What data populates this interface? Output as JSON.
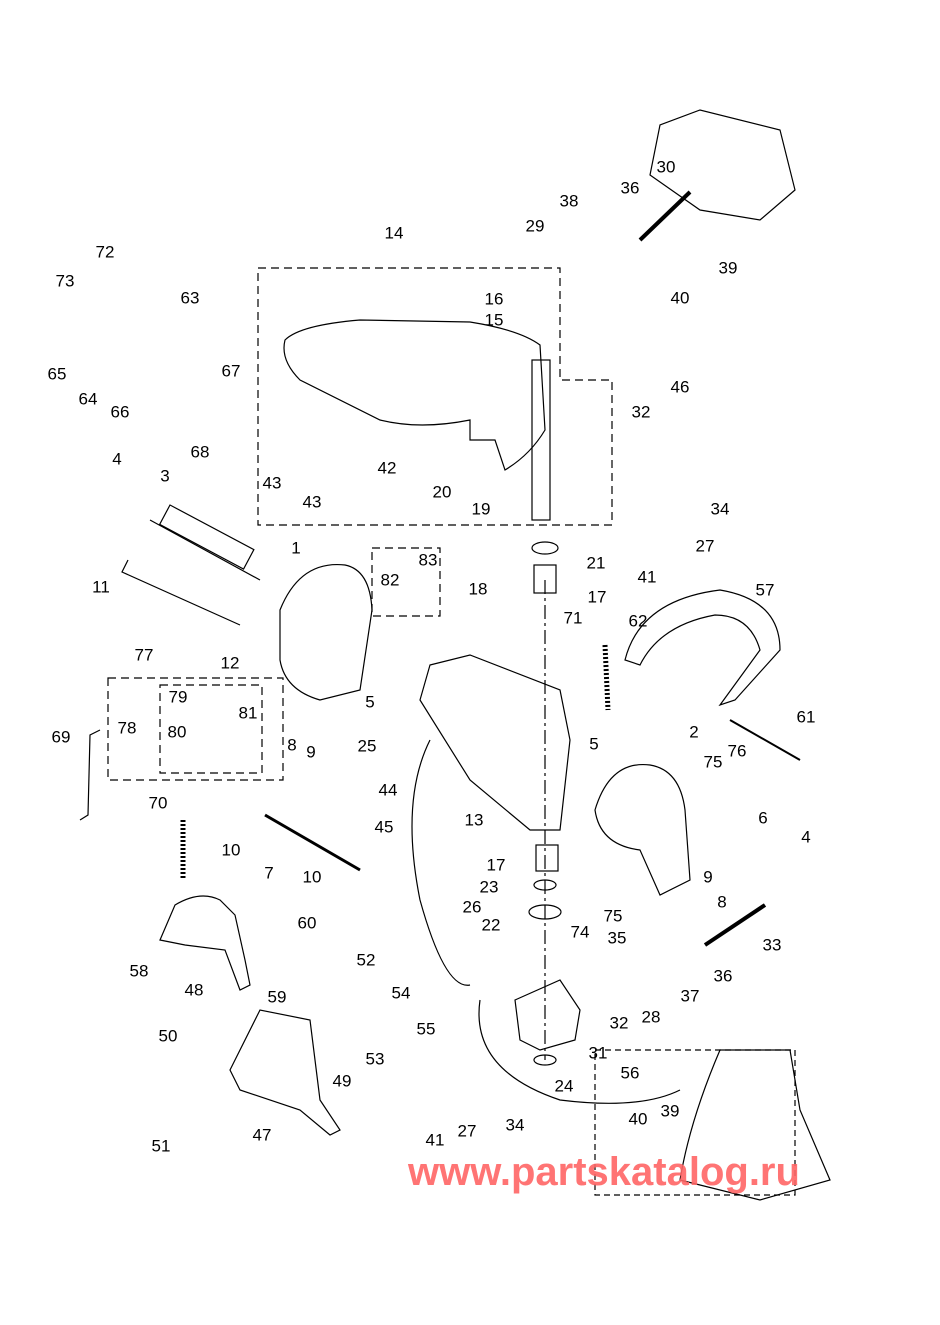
{
  "diagram": {
    "callouts": [
      "72",
      "73",
      "63",
      "65",
      "64",
      "66",
      "67",
      "68",
      "14",
      "16",
      "15",
      "38",
      "36",
      "30",
      "29",
      "39",
      "40",
      "46",
      "32",
      "34",
      "27",
      "41",
      "42",
      "43",
      "43",
      "4",
      "3",
      "20",
      "19",
      "21",
      "18",
      "17",
      "1",
      "83",
      "82",
      "11",
      "12",
      "57",
      "71",
      "62",
      "77",
      "79",
      "81",
      "78",
      "80",
      "5",
      "5",
      "25",
      "69",
      "61",
      "2",
      "75",
      "76",
      "8",
      "9",
      "44",
      "6",
      "4",
      "13",
      "45",
      "70",
      "10",
      "7",
      "10",
      "17",
      "23",
      "22",
      "9",
      "8",
      "75",
      "74",
      "33",
      "35",
      "26",
      "60",
      "58",
      "52",
      "36",
      "37",
      "28",
      "32",
      "54",
      "59",
      "48",
      "55",
      "31",
      "50",
      "53",
      "49",
      "56",
      "24",
      "40",
      "39",
      "41",
      "27",
      "34",
      "47",
      "51"
    ],
    "line_color": "#000000"
  },
  "watermark": {
    "text": "www.partskatalog.ru",
    "color": "#ff6666"
  }
}
